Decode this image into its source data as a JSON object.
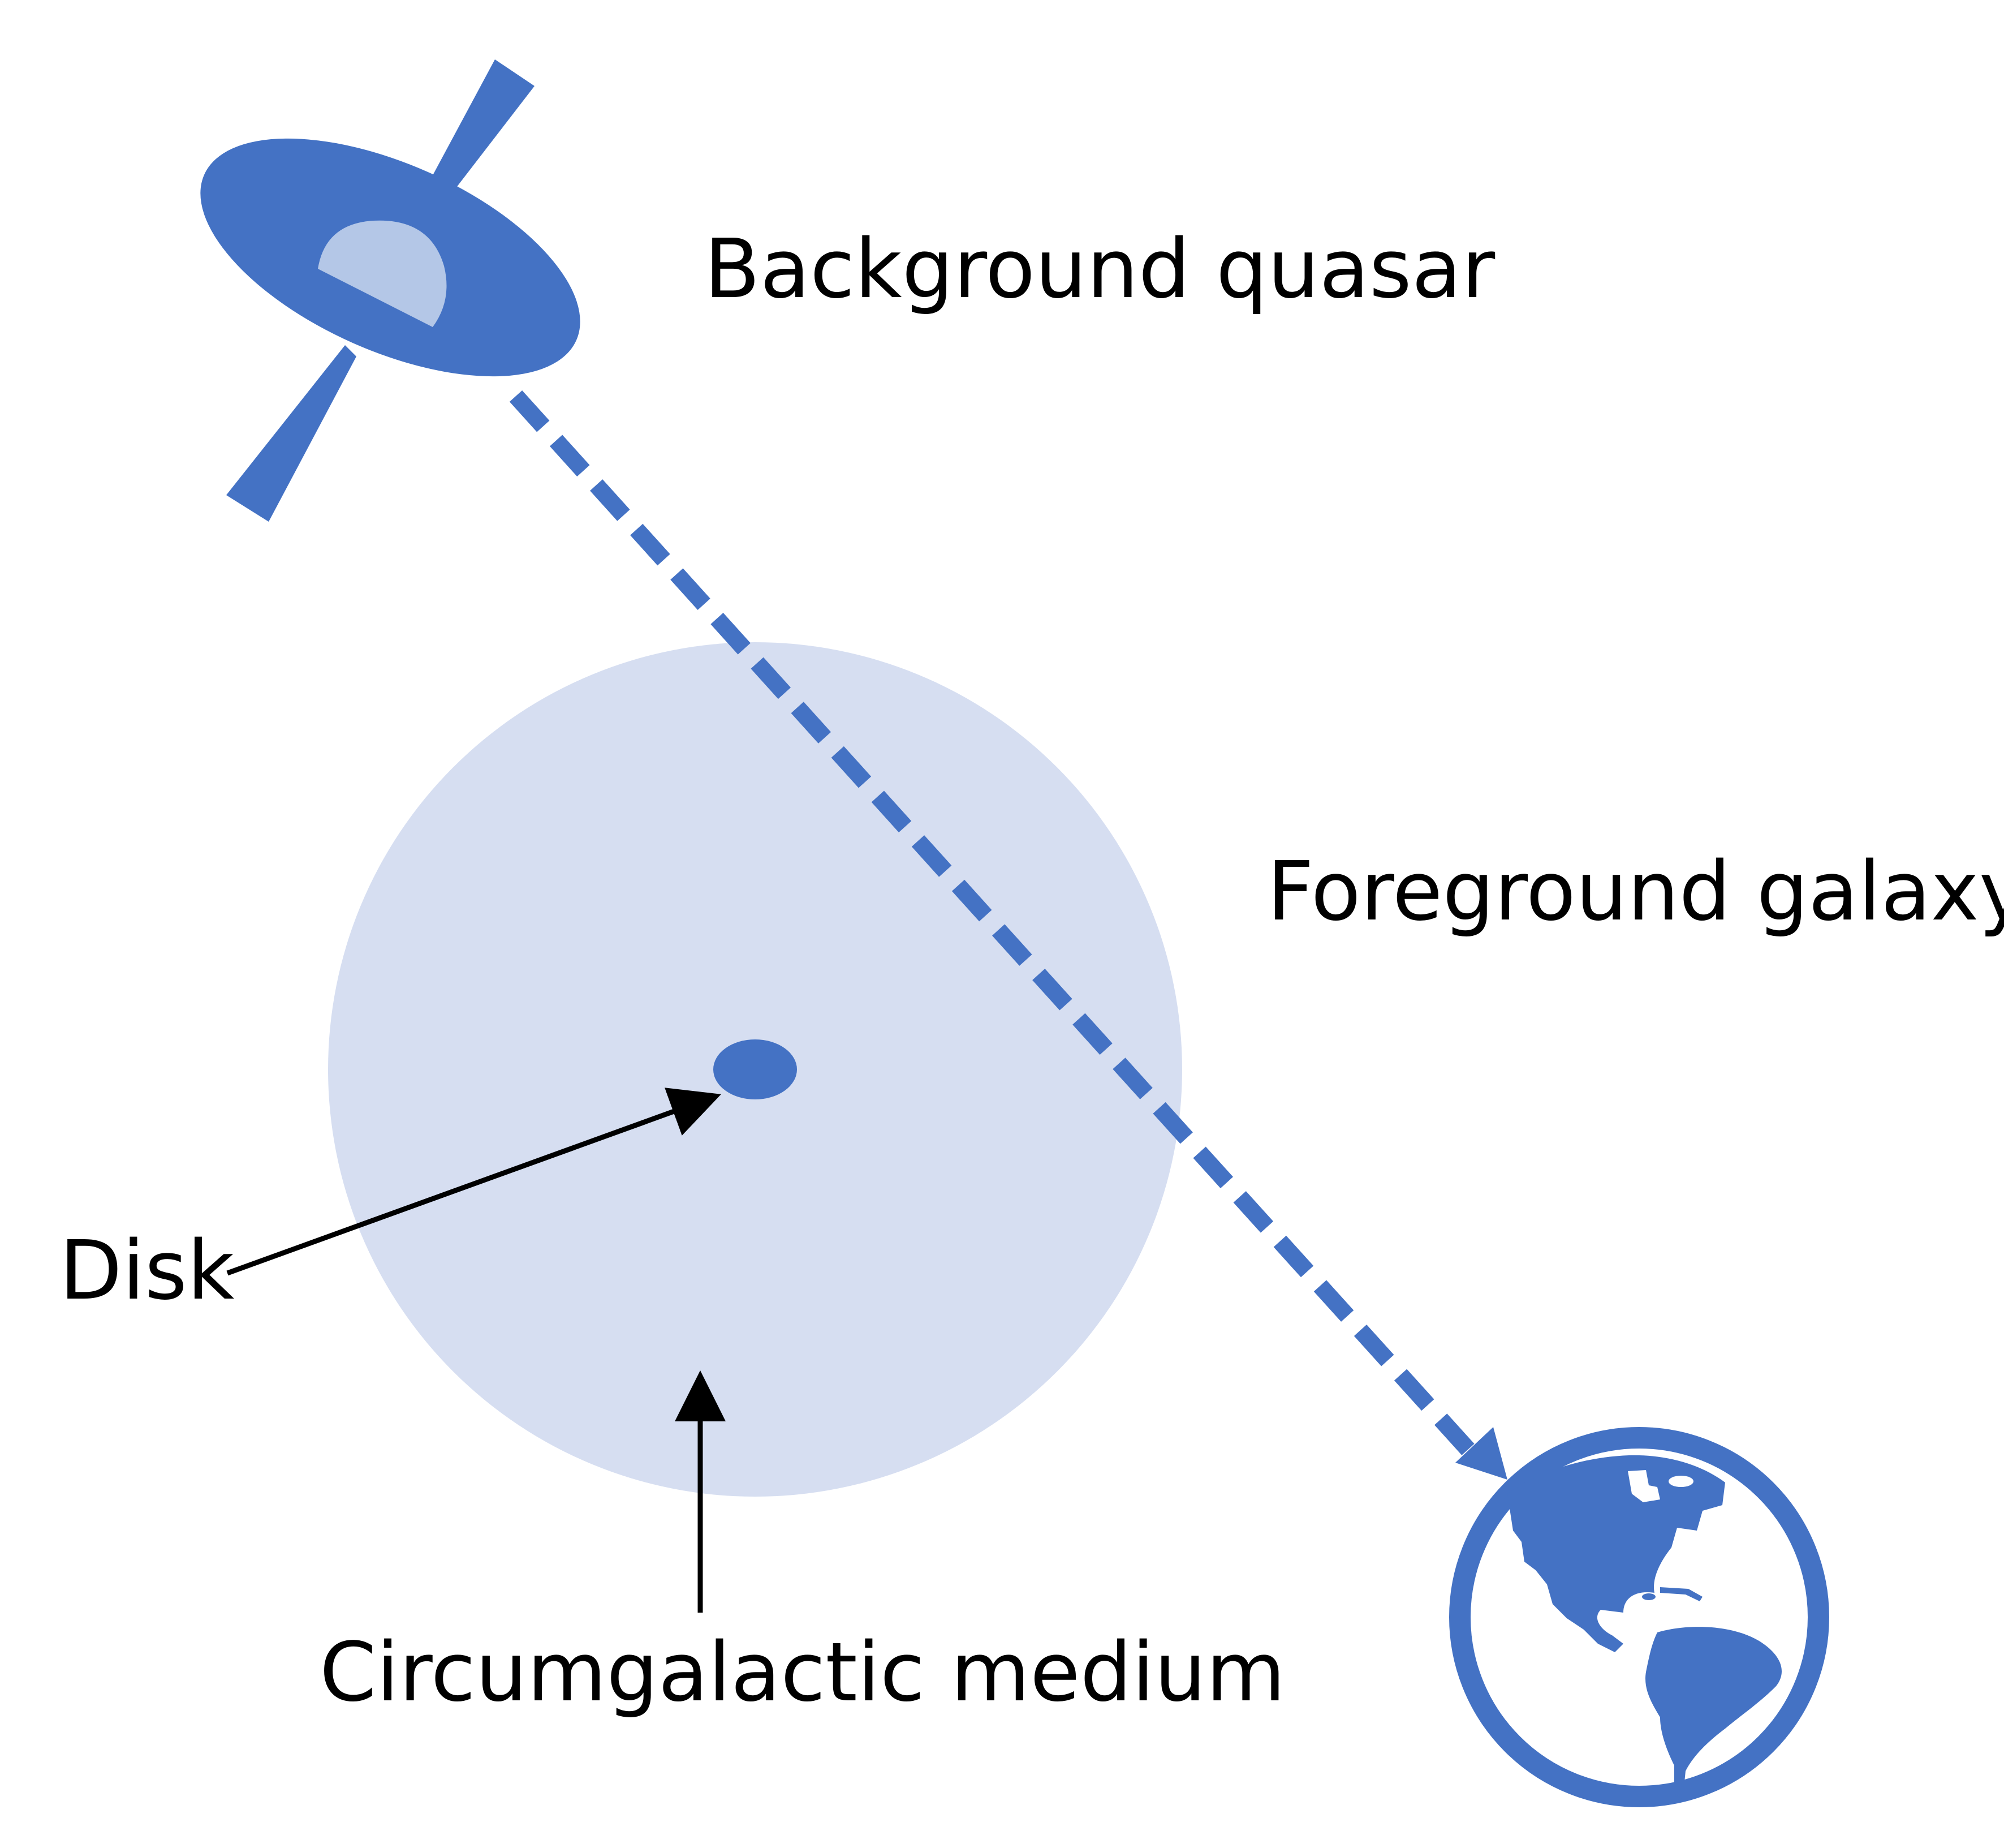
{
  "labels": {
    "background_quasar": "Background quasar",
    "foreground_galaxy": "Foreground galaxy",
    "disk": "Disk",
    "circumgalactic_medium": "Circumgalactic medium"
  },
  "colors": {
    "primary_blue": "#4472C4",
    "light_blue": "#B4C7E7",
    "halo_blue": "#D6DEF1",
    "arrow_black": "#000000",
    "background": "#FFFFFF"
  },
  "icons": {
    "quasar": "quasar-icon",
    "earth": "earth-globe-icon"
  }
}
